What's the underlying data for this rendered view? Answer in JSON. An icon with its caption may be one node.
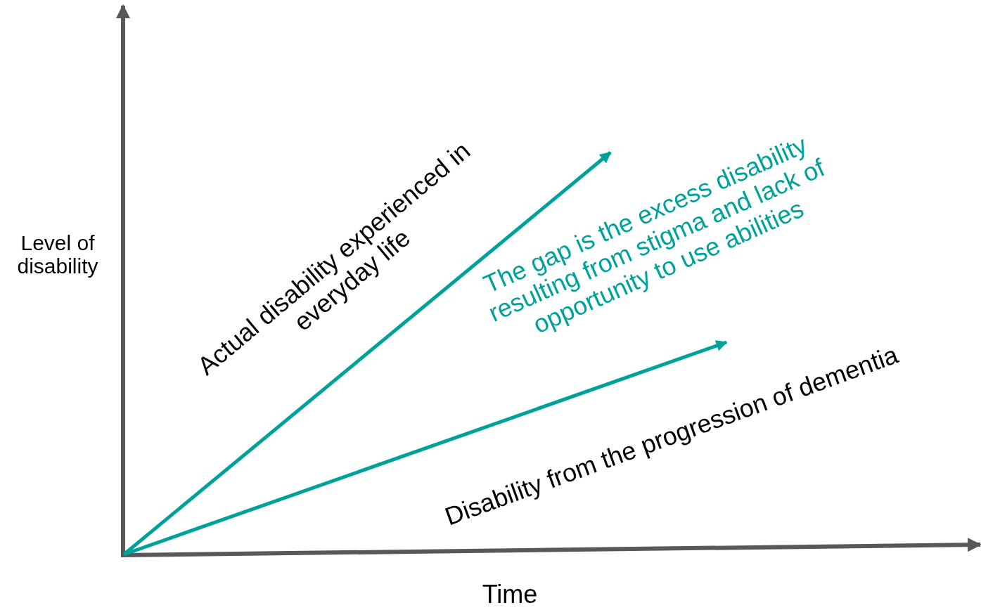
{
  "diagram": {
    "labels": [
      "Level of disability",
      "Actual disability experienced in everyday life",
      "The gap is the excess disability resulting from stigma and lack of opportunity to use abilities",
      "Disability from the progression of dementia",
      "Time"
    ]
  }
}
